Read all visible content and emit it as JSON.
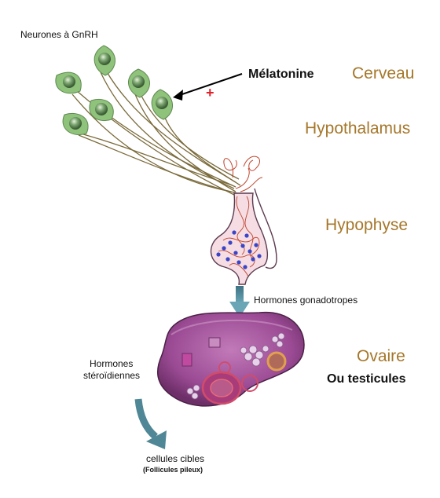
{
  "labels": {
    "neurones": "Neurones à GnRH",
    "melatonine": "Mélatonine",
    "plus_sign": "+",
    "cerveau": "Cerveau",
    "hypothalamus": "Hypothalamus",
    "hypophyse": "Hypophyse",
    "hormones_gonado": "Hormones gonadotropes",
    "ovaire": "Ovaire",
    "testicules": "Ou testicules",
    "hormones_steroid_1": "Hormones",
    "hormones_steroid_2": "stéroïdiennes",
    "cellules_cibles": "cellules cibles",
    "follicules": "(Follicules pileux)"
  },
  "colors": {
    "region_label": "#a5772a",
    "neuron_fill": "#8fc27a",
    "nucleus": "#4f7a48",
    "axon": "#7a6a3a",
    "capillary": "#c0442e",
    "gland_fill": "#f5dde3",
    "gonad_fill": "#9c4f96",
    "arrow": "#4f8796",
    "plus": "#e0202a"
  }
}
